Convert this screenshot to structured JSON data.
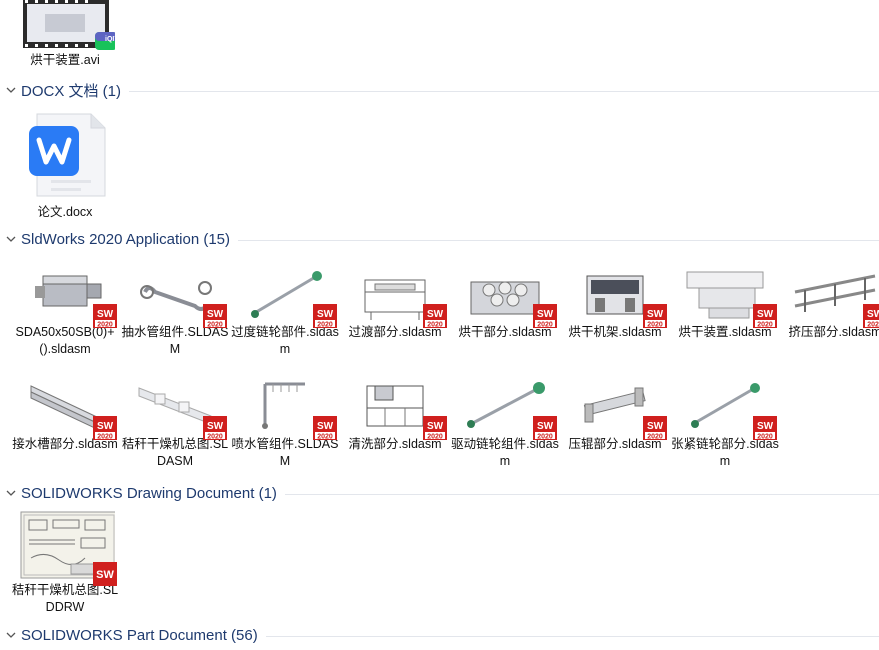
{
  "top_item": {
    "label": "烘干装置.avi",
    "badge": "iQIYI"
  },
  "groups": {
    "docx": {
      "title": "DOCX 文档 (1)"
    },
    "sldworks_app": {
      "title": "SldWorks 2020 Application (15)"
    },
    "drawing": {
      "title": "SOLIDWORKS Drawing Document (1)"
    },
    "part": {
      "title": "SOLIDWORKS Part Document (56)"
    }
  },
  "docx_items": [
    {
      "label": "论文.docx"
    }
  ],
  "sldworks_items": [
    {
      "label": "SDA50x50SB(0)+().sldasm"
    },
    {
      "label": "抽水管组件.SLDASM"
    },
    {
      "label": "过度链轮部件.sldasm"
    },
    {
      "label": "过渡部分.sldasm"
    },
    {
      "label": "烘干部分.sldasm"
    },
    {
      "label": "烘干机架.sldasm"
    },
    {
      "label": "烘干装置.sldasm"
    },
    {
      "label": "挤压部分.sldasm"
    },
    {
      "label": "接水槽部分.sldasm"
    },
    {
      "label": "秸秆干燥机总图.SLDASM"
    },
    {
      "label": "喷水管组件.SLDASM"
    },
    {
      "label": "清洗部分.sldasm"
    },
    {
      "label": "驱动链轮组件.sldasm"
    },
    {
      "label": "压辊部分.sldasm"
    },
    {
      "label": "张紧链轮部分.sldasm"
    }
  ],
  "drawing_items": [
    {
      "label": "秸秆干燥机总图.SLDDRW"
    }
  ],
  "icons": {
    "badge_text": "2020",
    "sw_text": "SW"
  },
  "colors": {
    "header_text": "#1e3a6e",
    "sw_red": "#d0201e",
    "wps_blue": "#2a7bf5"
  }
}
